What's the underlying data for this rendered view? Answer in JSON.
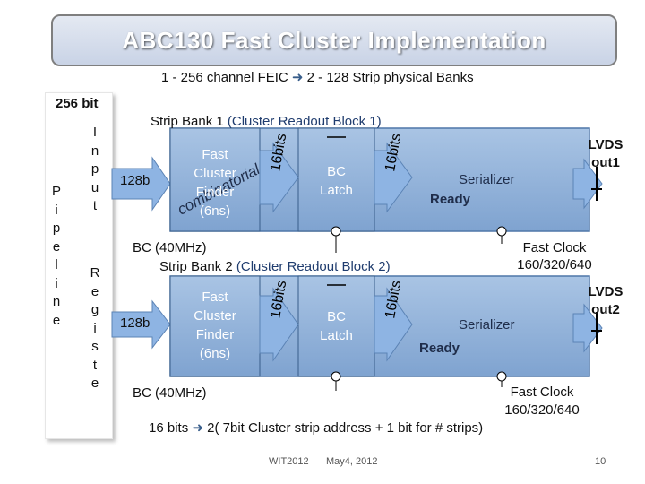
{
  "title": "ABC130  Fast  Cluster  Implementation",
  "subtitle": "1 - 256 channel  FEIC",
  "subtitle_right": "2 - 128 Strip physical Banks",
  "input_bits": "256  bit",
  "input_letters": [
    "I",
    "n",
    "p",
    "u",
    "t"
  ],
  "pipeline_letters": [
    "P",
    "i",
    "p",
    "e",
    "l",
    "i",
    "n",
    "e"
  ],
  "register_letters": [
    "R",
    "e",
    "g",
    "i",
    "s",
    "t",
    "e"
  ],
  "bank1": {
    "label": "Strip Bank 1",
    "readout": "(Cluster Readout Block 1)",
    "input_width": "128b",
    "finder": [
      "Fast",
      "Cluster",
      "Finder",
      "(6ns)"
    ],
    "combinatorial": "combinatorial",
    "bits_a": "16bits",
    "bits_b": "16bits",
    "latch": [
      "BC",
      "Latch"
    ],
    "serializer": "Serializer",
    "ready": "Ready",
    "clock": "BC (40MHz)",
    "fast_clock": [
      "Fast Clock",
      "160/320/640"
    ],
    "lvds": [
      "LVDS",
      "out1"
    ]
  },
  "bank2": {
    "label": "Strip Bank 2",
    "readout": "(Cluster Readout Block 2)",
    "input_width": "128b",
    "finder": [
      "Fast",
      "Cluster",
      "Finder",
      "(6ns)"
    ],
    "bits_a": "16bits",
    "bits_b": "16bits",
    "latch": [
      "BC",
      "Latch"
    ],
    "serializer": "Serializer",
    "ready": "Ready",
    "clock": "BC (40MHz)",
    "fast_clock": [
      "Fast Clock",
      "160/320/640"
    ],
    "lvds": [
      "LVDS",
      "out2"
    ]
  },
  "footnote": "16 bits",
  "footnote_rest": "2( 7bit Cluster strip address + 1 bit for # strips)",
  "footer": {
    "conference": "WIT2012",
    "date": "May4, 2012",
    "page": "10"
  },
  "colors": {
    "block": "#95b3d7",
    "block_border": "#385d8a",
    "arrow": "#8eb4e3",
    "banner": "#d9e1ef",
    "title_text": "#ffffff"
  }
}
